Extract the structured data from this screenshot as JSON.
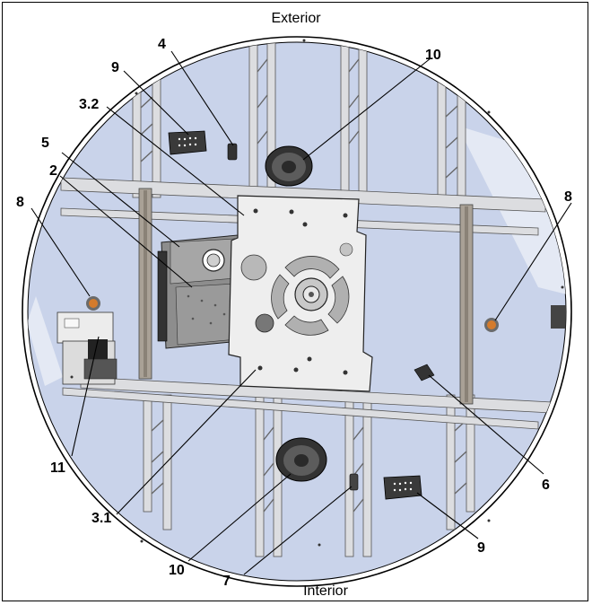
{
  "title_top": "Exterior",
  "title_bottom": "Interior",
  "callouts": [
    "9",
    "4",
    "10",
    "3.2",
    "5",
    "2",
    "8",
    "8",
    "11",
    "6",
    "3.1",
    "10",
    "7",
    "9"
  ],
  "colors": {
    "base": "#c9d3ea",
    "steel": "#a9acb0",
    "plate": "#eeeeee",
    "motor": "#8d8d8d",
    "ink": "#000000"
  }
}
